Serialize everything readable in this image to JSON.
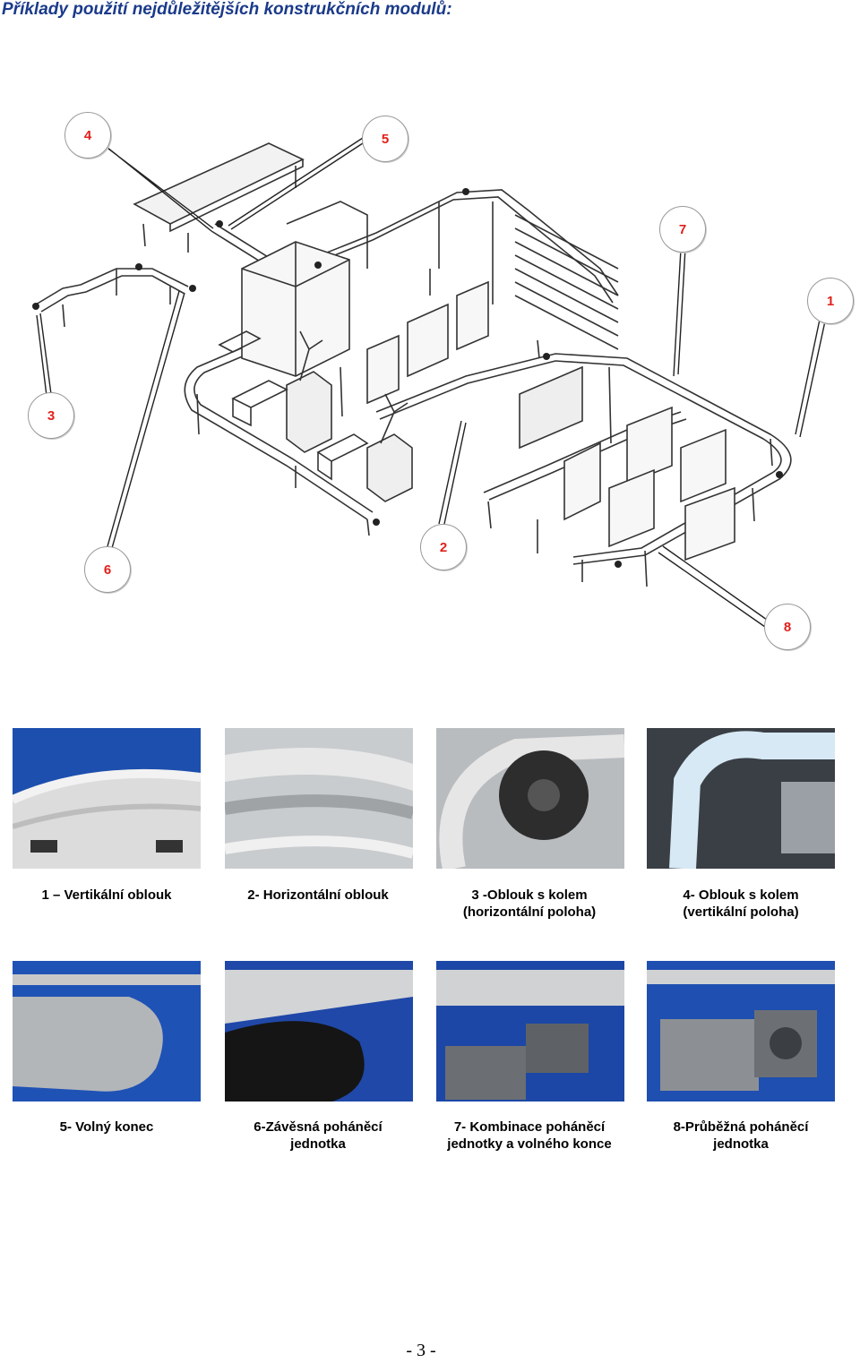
{
  "heading": "Příklady použití nejdůležitějších konstrukčních modulů:",
  "diagram": {
    "callouts": [
      {
        "id": "4",
        "label": "4"
      },
      {
        "id": "5",
        "label": "5"
      },
      {
        "id": "7",
        "label": "7"
      },
      {
        "id": "1",
        "label": "1"
      },
      {
        "id": "3",
        "label": "3"
      },
      {
        "id": "2",
        "label": "2"
      },
      {
        "id": "6",
        "label": "6"
      },
      {
        "id": "8",
        "label": "8"
      }
    ],
    "accent_color": "#e0201b"
  },
  "row1": [
    {
      "line1": "1 – Vertikální oblouk",
      "line2": ""
    },
    {
      "line1": "2- Horizontální oblouk",
      "line2": ""
    },
    {
      "line1": "3 -Oblouk s kolem",
      "line2": "(horizontální poloha)"
    },
    {
      "line1": "4- Oblouk s kolem",
      "line2": "(vertikální  poloha)"
    }
  ],
  "row2": [
    {
      "line1": "5- Volný konec",
      "line2": ""
    },
    {
      "line1": "6-Závěsná poháněcí",
      "line2": "jednotka"
    },
    {
      "line1": "7- Kombinace poháněcí",
      "line2": "jednotky a volného konce"
    },
    {
      "line1": "8-Průběžná poháněcí",
      "line2": "jednotka"
    }
  ],
  "page_number": "- 3 -"
}
